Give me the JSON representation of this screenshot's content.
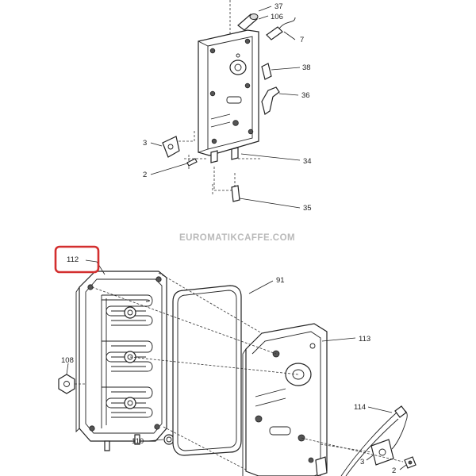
{
  "watermark": "EUROMATIKCAFFE.COM",
  "highlight_color": "#d32f2f",
  "callouts": {
    "c37": "37",
    "c106": "106",
    "c7": "7",
    "c38": "38",
    "c36": "36",
    "c3_top": "3",
    "c2_top": "2",
    "c34": "34",
    "c35": "35",
    "c112": "112",
    "c91": "91",
    "c113": "113",
    "c108": "108",
    "c110": "110",
    "c114": "114",
    "c3_bottom": "3",
    "c2_bottom": "2"
  }
}
